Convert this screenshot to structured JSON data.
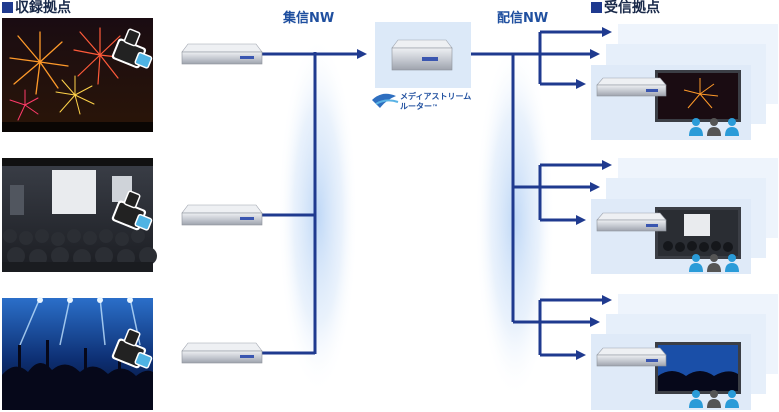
{
  "headers": {
    "source": "収録拠点",
    "receiver": "受信拠点"
  },
  "networks": {
    "aggregate": "集信NW",
    "distribution": "配信NW"
  },
  "router": {
    "brand_line1": "メディアストリーム",
    "brand_line2": "ルーター",
    "trademark": "™"
  },
  "icons": {
    "camera": "video-camera-icon",
    "audience": "audience-people-icon"
  },
  "colors": {
    "line": "#1f3a8f",
    "glow": "#cfe0f7",
    "panel": "#e6f0fb",
    "device": "#c9ccd3",
    "camera": "#222222",
    "lens": "#4fb3e3",
    "people_blue": "#2a9bd8",
    "people_gray": "#555555"
  },
  "sources": [
    {
      "scene": "fireworks"
    },
    {
      "scene": "conference"
    },
    {
      "scene": "concert"
    }
  ],
  "receiver_groups": [
    {
      "scene": "fireworks"
    },
    {
      "scene": "conference"
    },
    {
      "scene": "concert"
    }
  ]
}
